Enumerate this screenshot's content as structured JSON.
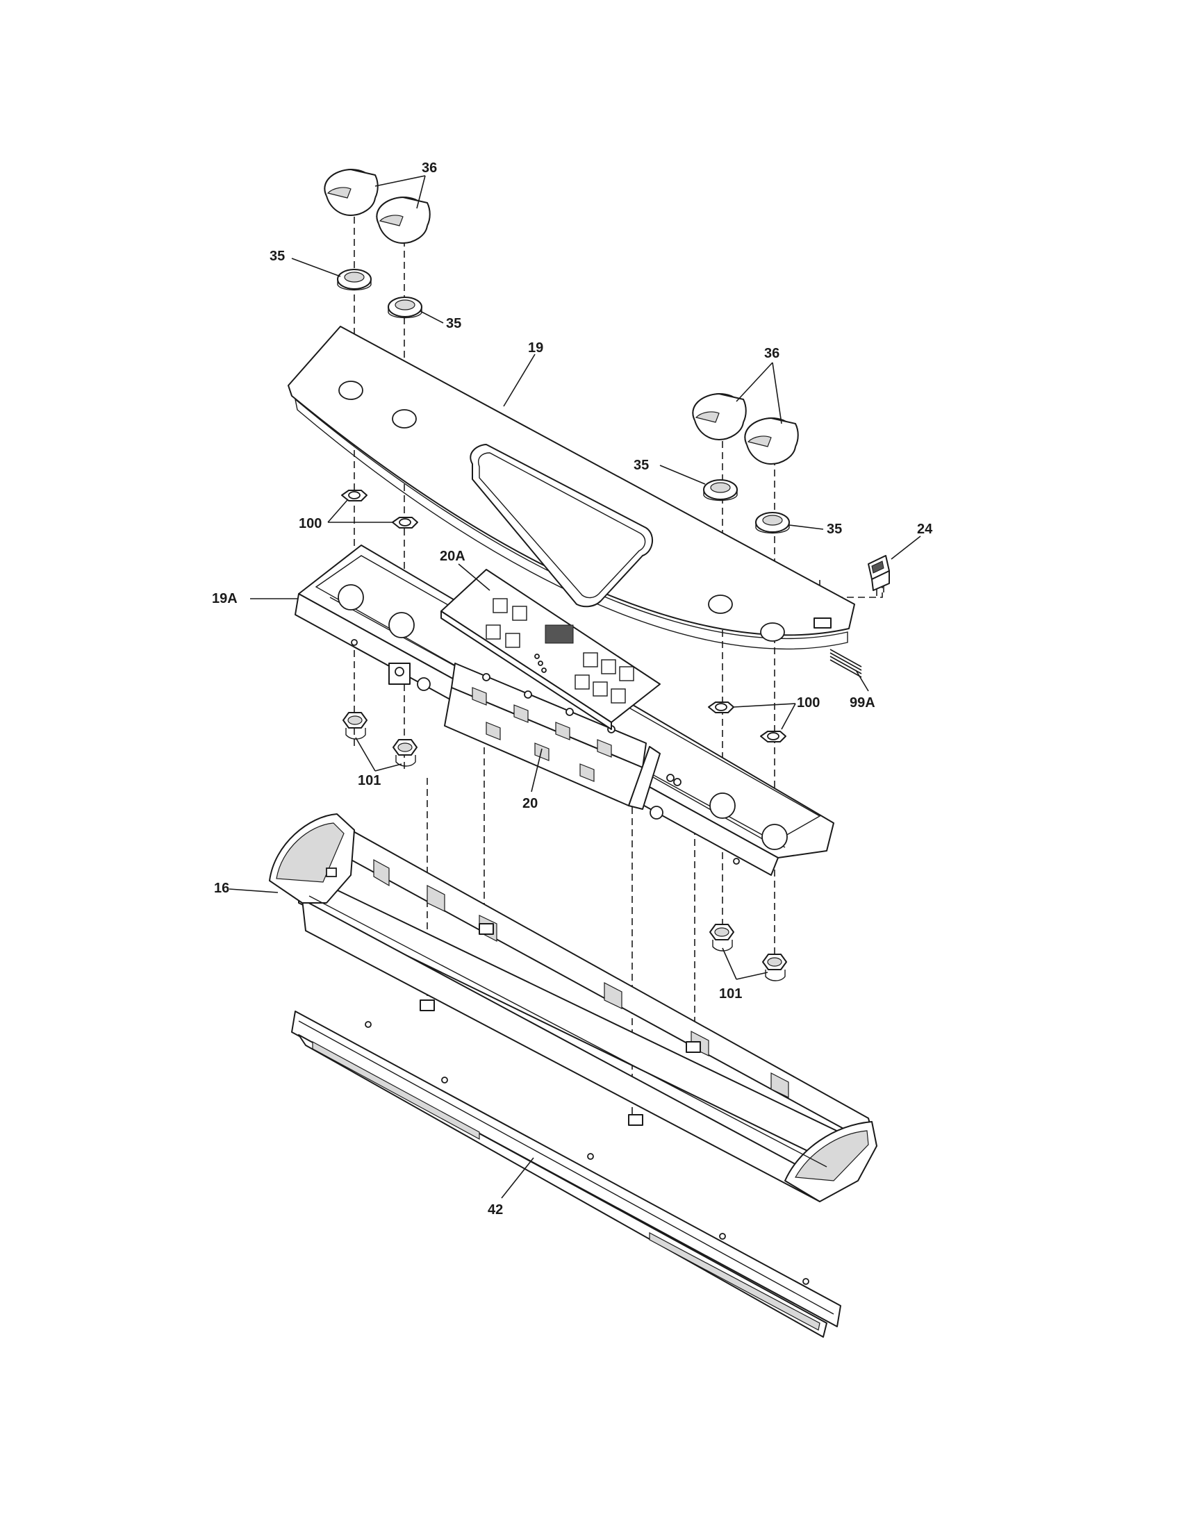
{
  "diagram": {
    "callouts": {
      "c36_top": "36",
      "c35_left_upper": "35",
      "c35_left_lower": "35",
      "c19": "19",
      "c36_right": "36",
      "c35_right_upper": "35",
      "c35_right_lower": "35",
      "c24": "24",
      "c100_left": "100",
      "c20a": "20A",
      "c19a": "19A",
      "c99a": "99A",
      "c100_right": "100",
      "c101_left": "101",
      "c20": "20",
      "c16": "16",
      "c101_right": "101",
      "c42": "42"
    }
  }
}
